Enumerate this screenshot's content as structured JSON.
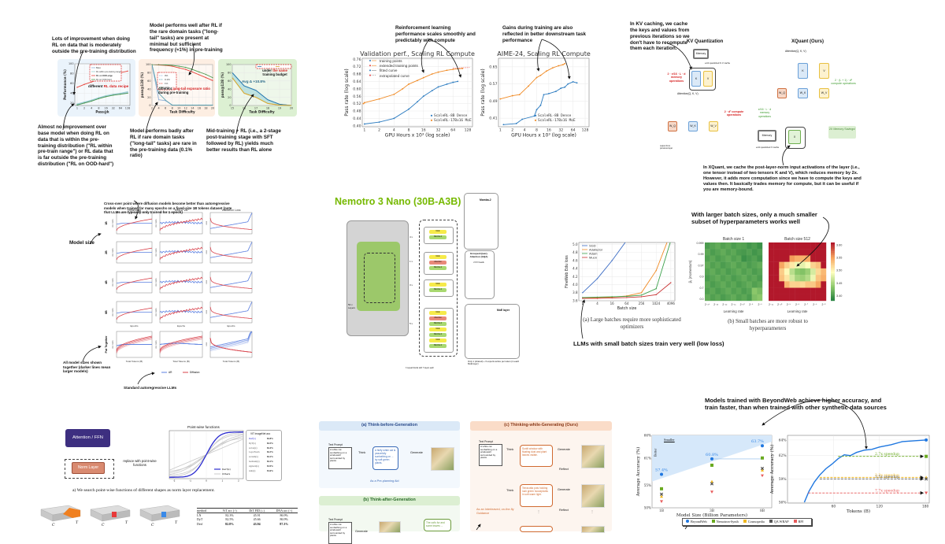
{
  "rl_data": {
    "annotations": [
      "Lots of improvement when doing RL on data that is moderately outside the pre-training distribution",
      "Model performs well after RL if the rare domain tasks (\"long-tail\" tasks) are present at minimal but sufficient frequency (≈1%) in pre-training",
      "Almost no improvement over base model when doing RL on data that is within the pre-training distribution (\"RL within pre-train range\") or RL data that is far outside the pre-training distribution (\"RL on OOD-hard\")",
      "Model performs badly after RL if rare domain tasks (\"long-tail\" tasks) are rare in the pre-training data (0.1% ratio)",
      "Mid-training + RL (i.e., a 2-stage post-training stage with SFT followed by RL) yields much better results than RL alone"
    ],
    "callout1_prefix": "different ",
    "callout1_red": "RL data recipe",
    "callout2_prefix": "different ",
    "callout2_red": "long-tail exposure ratio",
    "callout2_suffix": " during pre-training",
    "callout3_prefix": "under ",
    "callout3_red": "the same",
    "callout3_suffix": " training budget",
    "avg_delta": "Avg Δ +10.8%"
  },
  "scaling_rl": {
    "annotations": [
      "Reinforcement learning performance scales smoothly and predictably with compute",
      "Gains during training are also reflected in better downstream task performance"
    ],
    "marker_legend": [
      "training points",
      "extended training points",
      "fitted curve",
      "extrapolated curve"
    ]
  },
  "xquant": {
    "annotation_top": "In KV caching, we cache the keys and values from previous iterations so we don't have to recompute them each iteration.",
    "annotation_bottom": "In XQuant, we cache the post-layer-norm input activations of the layer (i.e., one tensor instead of two tensors K and V), which reduces memory by 2x. However, it adds more computation since we have to compute the keys and values then. It basically trades memory for compute, but it can be useful if you are memory-bound.",
    "kv_title": "KV Quantization",
    "xq_title": "XQuant (Ours)",
    "memory": "Memory",
    "kv_cache_label": "e-bit quantized K·V cache",
    "x_cache_label": "e-bit quantized X cache",
    "kv_memory_ops": "2 · e/16 · L · d memory operations",
    "kv_compute_ops": "2 · d² compute operations",
    "xq_memory_ops": "e/16 · L · d memory operations",
    "xq_compute_ops": "2 · (L + 1) · d² compute operations",
    "savings": "2X Memory Savings!",
    "attention": "Attention(Q, K, V)",
    "k": "K",
    "v": "V",
    "x": "X",
    "wq": "W_Q",
    "wk": "W_K",
    "wv": "W_V",
    "input_label": "output from previous layer"
  },
  "diffusion": {
    "annotation_top": "Cross-over point where diffusion models become better than autoregressive models when trained for many epochs on a fixed-size 1B tokens dataset (note that LLMs are typically only trained for 1 epoch)",
    "annotation_model_size": "Model size",
    "annotation_all": "All model sizes shown together (darker lines mean larger models)",
    "annotation_ar": "Standard autoregressive LLMs",
    "columns": [
      "HellaSwag",
      "MMLU Val",
      "Validation Loss"
    ],
    "rows": [
      "1B",
      "2B",
      "4B",
      "8B",
      "Put Together"
    ],
    "xlabel_epochs": "Epochs",
    "xlabel_tokens": "Total Tokens (B)",
    "ylabel_acc": "Acc norm",
    "ylabel_loss": "Loss",
    "legend": [
      "AR",
      "Diffusion"
    ],
    "colors": {
      "ar": "#5b7fe0",
      "diffusion": "#d8404a"
    }
  },
  "nemotron": {
    "title": "Nemotro 3 Nano (30B-A3B)",
    "mamba": "Mamba-2",
    "gqa": "Grouped-Query Attention (GQA)",
    "gqa_sub": "2 KV heads",
    "moe": "MoE layer",
    "moe_caption": "Only 1 (shared) + 6 experts active per token (in each MoE layer)",
    "repeats": [
      "4 x",
      "1 x",
      "3 x",
      "5 x"
    ],
    "layers": "52 x Layers",
    "stack_caption": "3 repeat blocks with 7 layers each",
    "block_moe": "MoE",
    "block_mamba": "Mamba-2",
    "block_attn": "Attention",
    "brand_color": "#76b900"
  },
  "batch": {
    "annotation_small": "LLMs with small batch sizes train very well (low loss)",
    "annotation_large": "With larger batch sizes, only a much smaller subset of hyperparameters works well",
    "caption_a": "(a) Large batches require more sophisticated optimizers",
    "caption_b": "(b) Small batches are more robust to hyperparameters"
  },
  "derf": {
    "attention_ffn": "Attention / FFN",
    "norm_layer": "Norm Layer",
    "replace": "replace with point-wise functions",
    "caption": "a) We search point-wise functions of different shapes as norm layer replacement.",
    "acc_title": "ViT ImageNet acc",
    "acc_rows": [
      {
        "name": "Derf(x)",
        "acc": "82.8%"
      },
      {
        "name": "DyT(x)",
        "acc": "82.5%"
      },
      {
        "name": "arctan(x)",
        "acc": "82.4%"
      },
      {
        "name": "LayerNorm",
        "acc": "82.3%"
      },
      {
        "name": "arcsinh(x)",
        "acc": "82.2%"
      },
      {
        "name": "hardtanh(x)",
        "acc": "82.2%"
      },
      {
        "name": "sigmoid(x)",
        "acc": "81.9%"
      },
      {
        "name": "tanh(x)",
        "acc": "81.6%"
      }
    ],
    "cube_c": "C",
    "cube_t": "T",
    "table": {
      "headers": [
        "method",
        "ViT acc (↑)",
        "DiT FID (↓)",
        "DNA acc (↑)"
      ],
      "rows": [
        [
          "LN",
          "82.3%",
          "45.91",
          "86.9%"
        ],
        [
          "DyT",
          "82.5%",
          "45.66",
          "86.9%"
        ],
        [
          "Derf",
          "82.8%",
          "43.94",
          "87.3%"
        ]
      ]
    }
  },
  "thinking": {
    "a_title": "(a) Think-before-Generation",
    "b_title": "(b) Think-after-Generation",
    "c_title": "(c) Thinking-while-Generating (Ours)",
    "text_prompt": "Text Prompt",
    "prompt": "A white cat sunbathing on a windowsill surrounded by plants",
    "think": "Think",
    "generate": "Generate",
    "reflect": "Reflect",
    "a_thought": "A fluffy white cat is peacefully sunbathing on ... by soft green plants.",
    "a_caption": "As a Pre-planning Aid",
    "c_thought1": "Sunlit window with floating dust and plant leaves visible.",
    "c_thought2": "Terracotta pots holding lush green houseplants in soft warm light.",
    "c_caption": "As an Interleaved, on-the-fly Guidance",
    "b_thought": "The cat's fur and some leaves ...",
    "dots": "⋮"
  },
  "beyondweb": {
    "annotation": "Models trained with BeyondWeb achieve higher accuracy, and train faster, than when trained with other synthetic data sources",
    "smaller": "Smaller",
    "better": "Better",
    "legend": [
      "BeyondWeb",
      "Nemotron-Synth",
      "Cosmopedia",
      "QA WRAP",
      "RPJ"
    ]
  },
  "chart_data": [
    {
      "id": "rl_pass_at_k",
      "type": "line",
      "xlabel": "Pass@k",
      "ylabel": "Performance (%)",
      "x": [
        1,
        2,
        4,
        8,
        16,
        32,
        64,
        128
      ],
      "xscale": "log",
      "xlim": [
        0.8,
        160
      ],
      "ylim": [
        15,
        100
      ],
      "yticks": [
        20,
        40,
        60,
        80,
        100
      ],
      "series": [
        {
          "name": "Base",
          "color": "#8fb0d8",
          "values": [
            17,
            21,
            25,
            30,
            34,
            37,
            39,
            41
          ]
        },
        {
          "name": "RL within pre-training range",
          "color": "#9ad0d0",
          "values": [
            18,
            22,
            26,
            31,
            35,
            38,
            40,
            43
          ]
        },
        {
          "name": "RL on OOD-edge",
          "color": "#e8453c",
          "values": [
            52,
            58,
            63,
            68,
            73,
            78,
            82,
            85
          ]
        },
        {
          "name": "RL on OOD-hard",
          "color": "#4d9a4d",
          "values": [
            16,
            20,
            24,
            29,
            33,
            36,
            38,
            40
          ]
        }
      ]
    },
    {
      "id": "long_tail",
      "type": "line",
      "xlabel": "Task Difficulty",
      "ylabel": "pass@128 (%)",
      "x": [
        2,
        4,
        6,
        8,
        10,
        12,
        14,
        16,
        18,
        20
      ],
      "xlim": [
        2,
        20
      ],
      "ylim": [
        0,
        100
      ],
      "yticks": [
        0,
        20,
        40,
        60,
        80,
        100
      ],
      "series": [
        {
          "name": "0%",
          "color": "#8fb0d8",
          "values": [
            100,
            14,
            12,
            1,
            1,
            1,
            1,
            1,
            1,
            1
          ]
        },
        {
          "name": "0.1%",
          "color": "#5aa0b0",
          "values": [
            100,
            30,
            13,
            1,
            1,
            1,
            1,
            1,
            1,
            1
          ]
        },
        {
          "name": "1%",
          "color": "#e8453c",
          "values": [
            100,
            99,
            98,
            96,
            92,
            88,
            82,
            75,
            68,
            61
          ]
        },
        {
          "name": "10%",
          "color": "#4d9a4d",
          "values": [
            100,
            100,
            99,
            98,
            96,
            93,
            88,
            82,
            76,
            68
          ]
        }
      ]
    },
    {
      "id": "mid_training",
      "type": "area",
      "xlabel": "Task Difficulty",
      "ylabel": "pass@128 (%)",
      "x": [
        15,
        16,
        17,
        18,
        19,
        20
      ],
      "xlim": [
        15,
        20
      ],
      "ylim": [
        0,
        100
      ],
      "yticks": [
        0,
        20,
        40,
        60,
        80,
        100
      ],
      "series": [
        {
          "color": "#2a7ab0",
          "values": [
            80,
            48,
            37,
            14,
            3,
            0
          ]
        },
        {
          "color": "#d8a830",
          "values": [
            68,
            30,
            20,
            5,
            1,
            0
          ]
        }
      ]
    },
    {
      "id": "validation_scaling",
      "type": "line",
      "title": "Validation perf., Scaling RL Compute",
      "xlabel": "GPU Hours x 10³ (log scale)",
      "ylabel": "Pass rate (log scale)",
      "xscale": "log",
      "xlim": [
        0.9,
        160
      ],
      "ylim": [
        0.395,
        0.765
      ],
      "xticks": [
        1,
        2,
        4,
        8,
        16,
        32,
        64,
        128
      ],
      "yticks": [
        0.4,
        0.44,
        0.48,
        0.52,
        0.56,
        0.6,
        0.64,
        0.68,
        0.72,
        0.76
      ],
      "series": [
        {
          "name": "ScaleRL-8B Dense",
          "color": "#2b7bc0",
          "x": [
            1,
            2,
            4,
            8,
            12,
            16,
            24,
            32,
            48,
            64,
            80
          ],
          "y": [
            0.41,
            0.42,
            0.44,
            0.49,
            0.53,
            0.56,
            0.59,
            0.61,
            0.625,
            0.635,
            0.64
          ]
        },
        {
          "name": "ScaleRL-17Bx16 MoE",
          "color": "#f08a24",
          "x": [
            0.95,
            1,
            2,
            4,
            6,
            8,
            12,
            16,
            24,
            32,
            48,
            64,
            100
          ],
          "y": [
            0.52,
            0.525,
            0.545,
            0.57,
            0.6,
            0.625,
            0.645,
            0.66,
            0.68,
            0.69,
            0.7,
            0.705,
            0.71
          ]
        }
      ]
    },
    {
      "id": "aime_scaling",
      "type": "line",
      "title": "AIME-24, Scaling RL Compute",
      "xlabel": "GPU Hours x 10³ (log scale)",
      "ylabel": "Pass rate (log scale)",
      "xscale": "log",
      "xlim": [
        0.9,
        160
      ],
      "ylim": [
        0.37,
        0.69
      ],
      "xticks": [
        1,
        2,
        4,
        8,
        16,
        32,
        64,
        128
      ],
      "yticks": [
        0.41,
        0.49,
        0.57,
        0.65
      ],
      "series": [
        {
          "name": "ScaleRL-8B Dense",
          "color": "#2b7bc0",
          "x": [
            1.2,
            2.5,
            3.5,
            7,
            8,
            10,
            12,
            16,
            24,
            32,
            40,
            48,
            64,
            80
          ],
          "y": [
            0.38,
            0.385,
            0.405,
            0.42,
            0.45,
            0.47,
            0.52,
            0.525,
            0.535,
            0.55,
            0.555,
            0.57,
            0.58,
            0.575
          ]
        },
        {
          "name": "ScaleRL-17Bx16 MoE",
          "color": "#f08a24",
          "x": [
            1,
            2,
            3,
            5,
            8,
            10,
            14,
            20,
            28,
            36,
            40
          ],
          "y": [
            0.5,
            0.515,
            0.52,
            0.56,
            0.6,
            0.61,
            0.63,
            0.645,
            0.655,
            0.66,
            0.665
          ]
        }
      ]
    },
    {
      "id": "batch_optimizers",
      "type": "line",
      "xlabel": "Batch size",
      "ylabel": "FineWeb Edu loss",
      "xscale": "log",
      "xlim": [
        0.7,
        6000
      ],
      "ylim": [
        3.6,
        5.05
      ],
      "x": [
        1,
        4,
        16,
        64,
        256,
        1024,
        4096
      ],
      "yticks": [
        3.6,
        3.8,
        4.0,
        4.2,
        4.4,
        4.6,
        4.8,
        5.0
      ],
      "series": [
        {
          "name": "SGD",
          "color": "#3b6cc4",
          "values": [
            3.8,
            4.15,
            4.6,
            5.1,
            5.6,
            6.0,
            6.4
          ]
        },
        {
          "name": "Adafactor",
          "color": "#f08a24",
          "values": [
            3.67,
            3.68,
            3.69,
            3.72,
            3.8,
            4.35,
            5.3
          ]
        },
        {
          "name": "Adam",
          "color": "#3aa04a",
          "values": [
            3.68,
            3.69,
            3.7,
            3.71,
            3.74,
            3.9,
            5.1
          ]
        },
        {
          "name": "Muon",
          "color": "#c83232",
          "values": [
            3.66,
            3.66,
            3.67,
            3.68,
            3.7,
            3.75,
            4.05
          ]
        }
      ]
    },
    {
      "id": "batch_heatmaps",
      "type": "heatmap",
      "titles": [
        "Batch size 1",
        "Batch size 512"
      ],
      "xlabel": "Learning rate",
      "ylabel": "β₁ (momentum)",
      "yticklabels": [
        "0.0",
        "0.7",
        "0.9",
        "0.97",
        "0.99",
        "0.999"
      ],
      "xticklabels_1": [
        "2⁻¹⁴",
        "2⁻¹³",
        "2⁻¹²",
        "2⁻¹¹",
        "2⁻¹⁰",
        "2⁻⁹",
        "2⁻⁸"
      ],
      "xticklabels_2": [
        "2⁻¹¹",
        "2⁻¹⁰",
        "2⁻⁹",
        "2⁻⁸",
        "2⁻⁷",
        "2⁻⁶",
        "2⁻⁵"
      ],
      "colorbar_ticks": [
        3.4,
        3.45,
        3.5,
        3.55,
        3.6
      ],
      "colorbar_range": [
        3.38,
        3.61
      ],
      "colormap": [
        "#1a7a3a",
        "#8cc86a",
        "#ffffbf",
        "#f7a35c",
        "#b2182b"
      ]
    },
    {
      "id": "beyondweb_model_size",
      "type": "scatter",
      "xlabel": "Model Size (Billion Parameters)",
      "ylabel": "Average Accuracy (%)",
      "categories": [
        "1B",
        "3B",
        "8B"
      ],
      "ylim": [
        50,
        66
      ],
      "yticks": [
        50,
        55,
        61,
        66
      ],
      "point_labels": [
        "57.4%",
        "60.8%",
        "63.7%"
      ],
      "series": [
        {
          "name": "BeyondWeb",
          "color": "#1f77e0",
          "marker": "circle",
          "values": [
            57.4,
            60.8,
            63.7
          ]
        },
        {
          "name": "Nemotron-Synth",
          "color": "#6aaa20",
          "marker": "square",
          "values": [
            54.2,
            59.4,
            61.0
          ]
        },
        {
          "name": "Cosmopedia",
          "color": "#f0b820",
          "marker": "triangle",
          "values": [
            52.5,
            55.8,
            58.3
          ]
        },
        {
          "name": "QA WRAP",
          "color": "#555555",
          "marker": "x",
          "values": [
            53.0,
            55.3,
            58.7
          ]
        },
        {
          "name": "RPJ",
          "color": "#e85a5a",
          "marker": "tri-down",
          "values": [
            51.4,
            53.5,
            57.1
          ]
        }
      ]
    },
    {
      "id": "beyondweb_tokens",
      "type": "line",
      "xlabel": "Tokens (B)",
      "ylabel": "Average Accuracy (%)",
      "xlim": [
        0,
        185
      ],
      "ylim": [
        55.9,
        64.6
      ],
      "xticks": [
        60,
        120,
        180
      ],
      "yticks": [
        56,
        59,
        62,
        64
      ],
      "series": [
        {
          "name": "BeyondWeb",
          "color": "#1f77e0",
          "x": [
            22,
            28,
            35,
            42,
            50,
            58,
            66,
            74,
            82,
            90,
            100,
            110,
            120,
            135,
            150,
            165,
            180
          ],
          "y": [
            56,
            57.4,
            58.6,
            59.5,
            60.3,
            60.9,
            61.6,
            62.1,
            62.0,
            62.4,
            62.7,
            62.8,
            63.1,
            63.4,
            63.8,
            63.9,
            64.0
          ]
        }
      ],
      "speedups": [
        {
          "series": "Nemotron-Synth",
          "label": "2.7x speedup",
          "y": 61.9,
          "from_x": 66,
          "color": "#6aaa20"
        },
        {
          "series": "Cosmopedia",
          "label": "3.3x speedup",
          "y": 59.2,
          "from_x": 42,
          "color": "#f0b820"
        },
        {
          "series": "QA WRAP",
          "label": "3.5x speedup",
          "y": 59.0,
          "from_x": 42,
          "color": "#555555"
        },
        {
          "series": "RPJ",
          "label": "7.7x speedup",
          "y": 57.2,
          "from_x": 27,
          "color": "#e85a5a"
        }
      ]
    }
  ]
}
